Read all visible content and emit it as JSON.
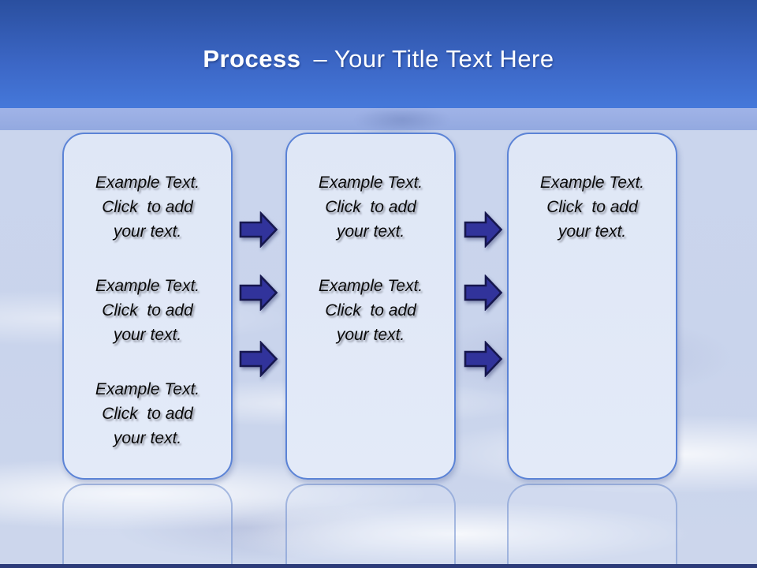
{
  "title": {
    "bold": "Process",
    "rest": "– Your Title Text Here"
  },
  "boxes": [
    {
      "blocks": [
        {
          "text": "Example Text.\nClick  to add\nyour text."
        },
        {
          "text": "Example Text.\nClick  to add\nyour text."
        },
        {
          "text": "Example Text.\nClick  to add\nyour text."
        }
      ]
    },
    {
      "blocks": [
        {
          "text": "Example Text.\nClick  to add\nyour text."
        },
        {
          "text": "Example Text.\nClick  to add\nyour text."
        }
      ]
    },
    {
      "blocks": [
        {
          "text": "Example Text.\nClick  to add\nyour text."
        }
      ]
    }
  ],
  "icons": {
    "arrow": "right-block-arrow"
  },
  "arrows": {
    "between_box_1_and_2": 3,
    "between_box_2_and_3": 3
  },
  "colors": {
    "banner-top": "#2a4f9f",
    "banner-bottom": "#4578da",
    "strip": "#97ace3",
    "bg-base": "#cbd6ee",
    "box-fill": "#dfe7f6",
    "box-border": "#5b83d6",
    "arrow-fill": "#31339b",
    "arrow-stroke": "#16174e",
    "footer-bar": "#2c3b79",
    "title-color": "#ffffff",
    "text-color": "#0a0a0a"
  }
}
